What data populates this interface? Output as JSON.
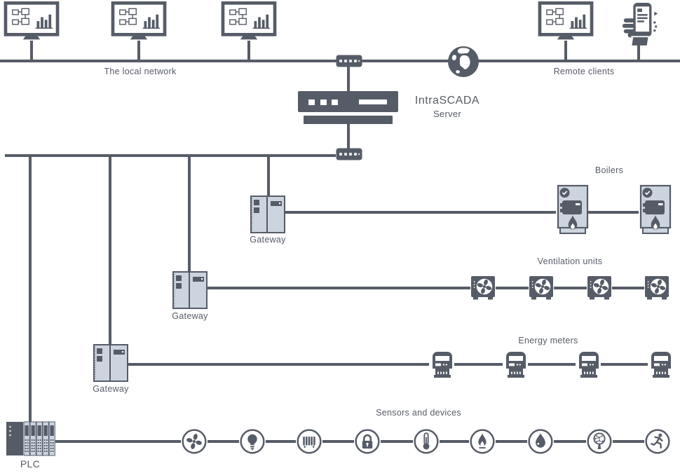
{
  "labels": {
    "local_network": "The local network",
    "remote_clients": "Remote clients",
    "server_title": "IntraSCADA",
    "server_subtitle": "Server",
    "boilers": "Boilers",
    "ventilation_units": "Ventilation units",
    "energy_meters": "Energy meters",
    "sensors_devices": "Sensors and devices",
    "gateway": "Gateway",
    "plc": "PLC"
  },
  "colors": {
    "primary_dark": "#565c67",
    "panel_light": "#ccd4df",
    "background": "#ffffff"
  },
  "topology": {
    "local_workstations": 3,
    "remote_clients": [
      "desktop-monitor",
      "mobile-phone-in-hand"
    ],
    "server": "IntraSCADA Server",
    "network_switches": 2,
    "gateways": 3,
    "boilers": 2,
    "ventilation_units": 4,
    "energy_meters": 4,
    "plc_connected_sensors": [
      "fan",
      "light-bulb",
      "radiator",
      "lock",
      "thermometer",
      "flame",
      "water-drop",
      "eco-tree",
      "motion-person"
    ]
  }
}
